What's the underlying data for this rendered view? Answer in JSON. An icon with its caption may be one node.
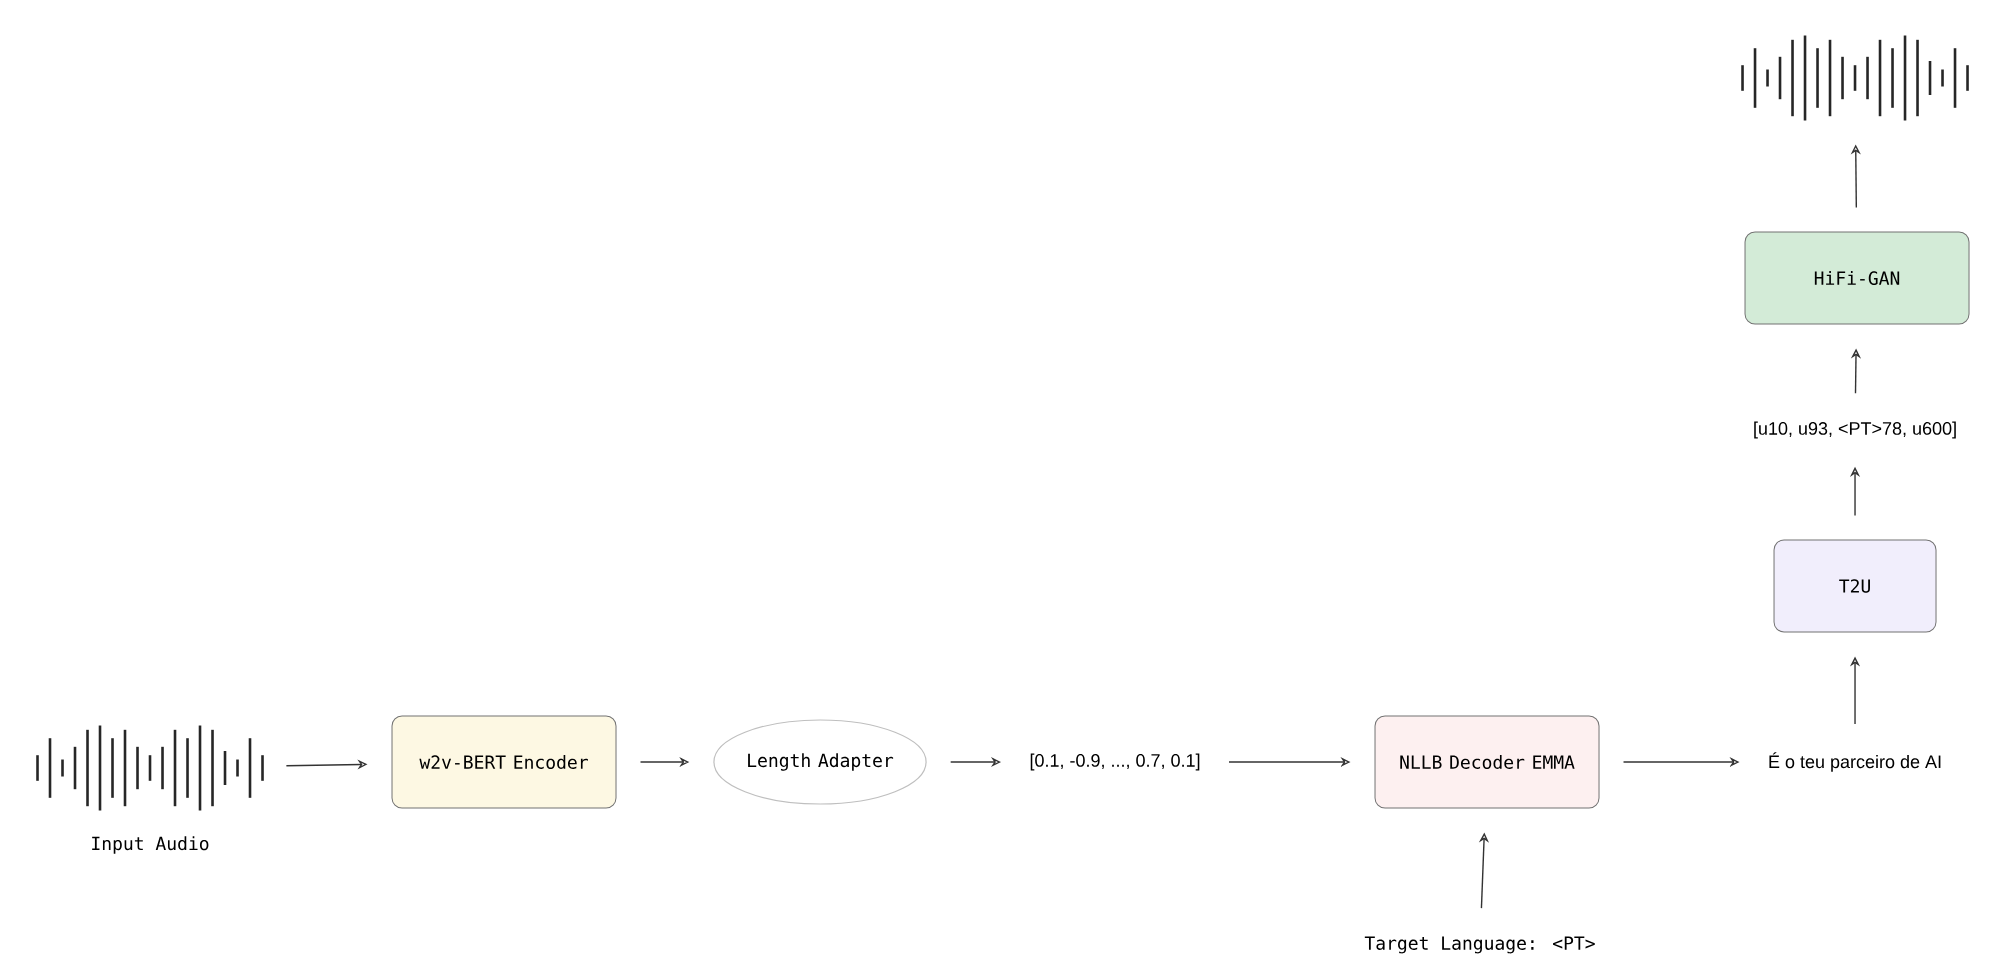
{
  "diagram": {
    "nodes": [
      {
        "text": [],
        "shape": "picture",
        "beside": [
          "Input Audio"
        ]
      },
      {
        "text": [
          "w2v-BERT Encoder"
        ]
      },
      {
        "text": [
          "Length Adapter"
        ]
      },
      {
        "text": [
          "[0.1, -0.9, ..., 0.7, 0.1]"
        ]
      },
      {
        "text": [
          "NLLB Decoder EMMA"
        ]
      },
      {
        "text": [
          "É o teu parceiro de AI"
        ]
      },
      {
        "text": [
          "T2U"
        ]
      },
      {
        "text": [
          "[u10, u93, <PT>78, u600]"
        ]
      },
      {
        "text": [
          "HiFi-GAN"
        ]
      },
      {
        "text": [],
        "shape": "picture"
      },
      {
        "text": [
          "Target Language: <PT>"
        ]
      }
    ],
    "edges": [
      {
        "from": 0,
        "to": 1,
        "arrow": "to"
      },
      {
        "from": 1,
        "to": 2,
        "arrow": "to"
      },
      {
        "from": 2,
        "to": 3,
        "arrow": "to"
      },
      {
        "from": 3,
        "to": 4,
        "arrow": "to"
      },
      {
        "from": 4,
        "to": 5,
        "arrow": "to"
      },
      {
        "from": 5,
        "to": 6,
        "arrow": "to"
      },
      {
        "from": 6,
        "to": 7,
        "arrow": "to"
      },
      {
        "from": 7,
        "to": 8,
        "arrow": "to"
      },
      {
        "from": 8,
        "to": 9,
        "arrow": "to"
      },
      {
        "from": 10,
        "to": 4,
        "arrow": "to"
      }
    ]
  }
}
